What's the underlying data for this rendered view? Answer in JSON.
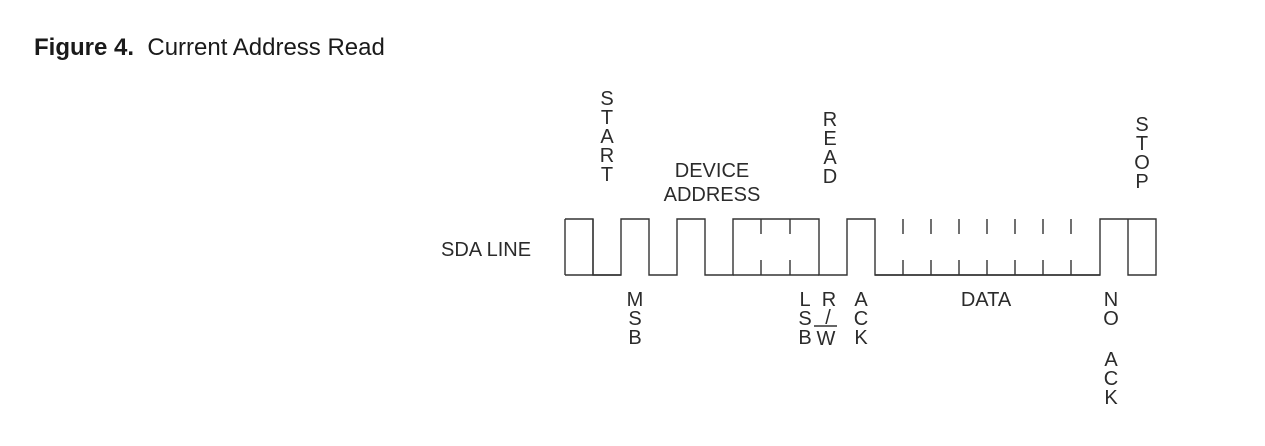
{
  "figure": {
    "number": "Figure 4.",
    "title": "Current Address Read"
  },
  "diagram": {
    "line_label": "SDA LINE",
    "labels": {
      "start": "START",
      "device_address_line1": "DEVICE",
      "device_address_line2": "ADDRESS",
      "read": "READ",
      "stop": "STOP",
      "msb": "MSB",
      "lsb": "LSB",
      "rw_r": "R",
      "rw_slash": "/",
      "rw_w": "W",
      "ack": "ACK",
      "data": "DATA",
      "no": "NO",
      "no_ack": "ACK"
    }
  }
}
